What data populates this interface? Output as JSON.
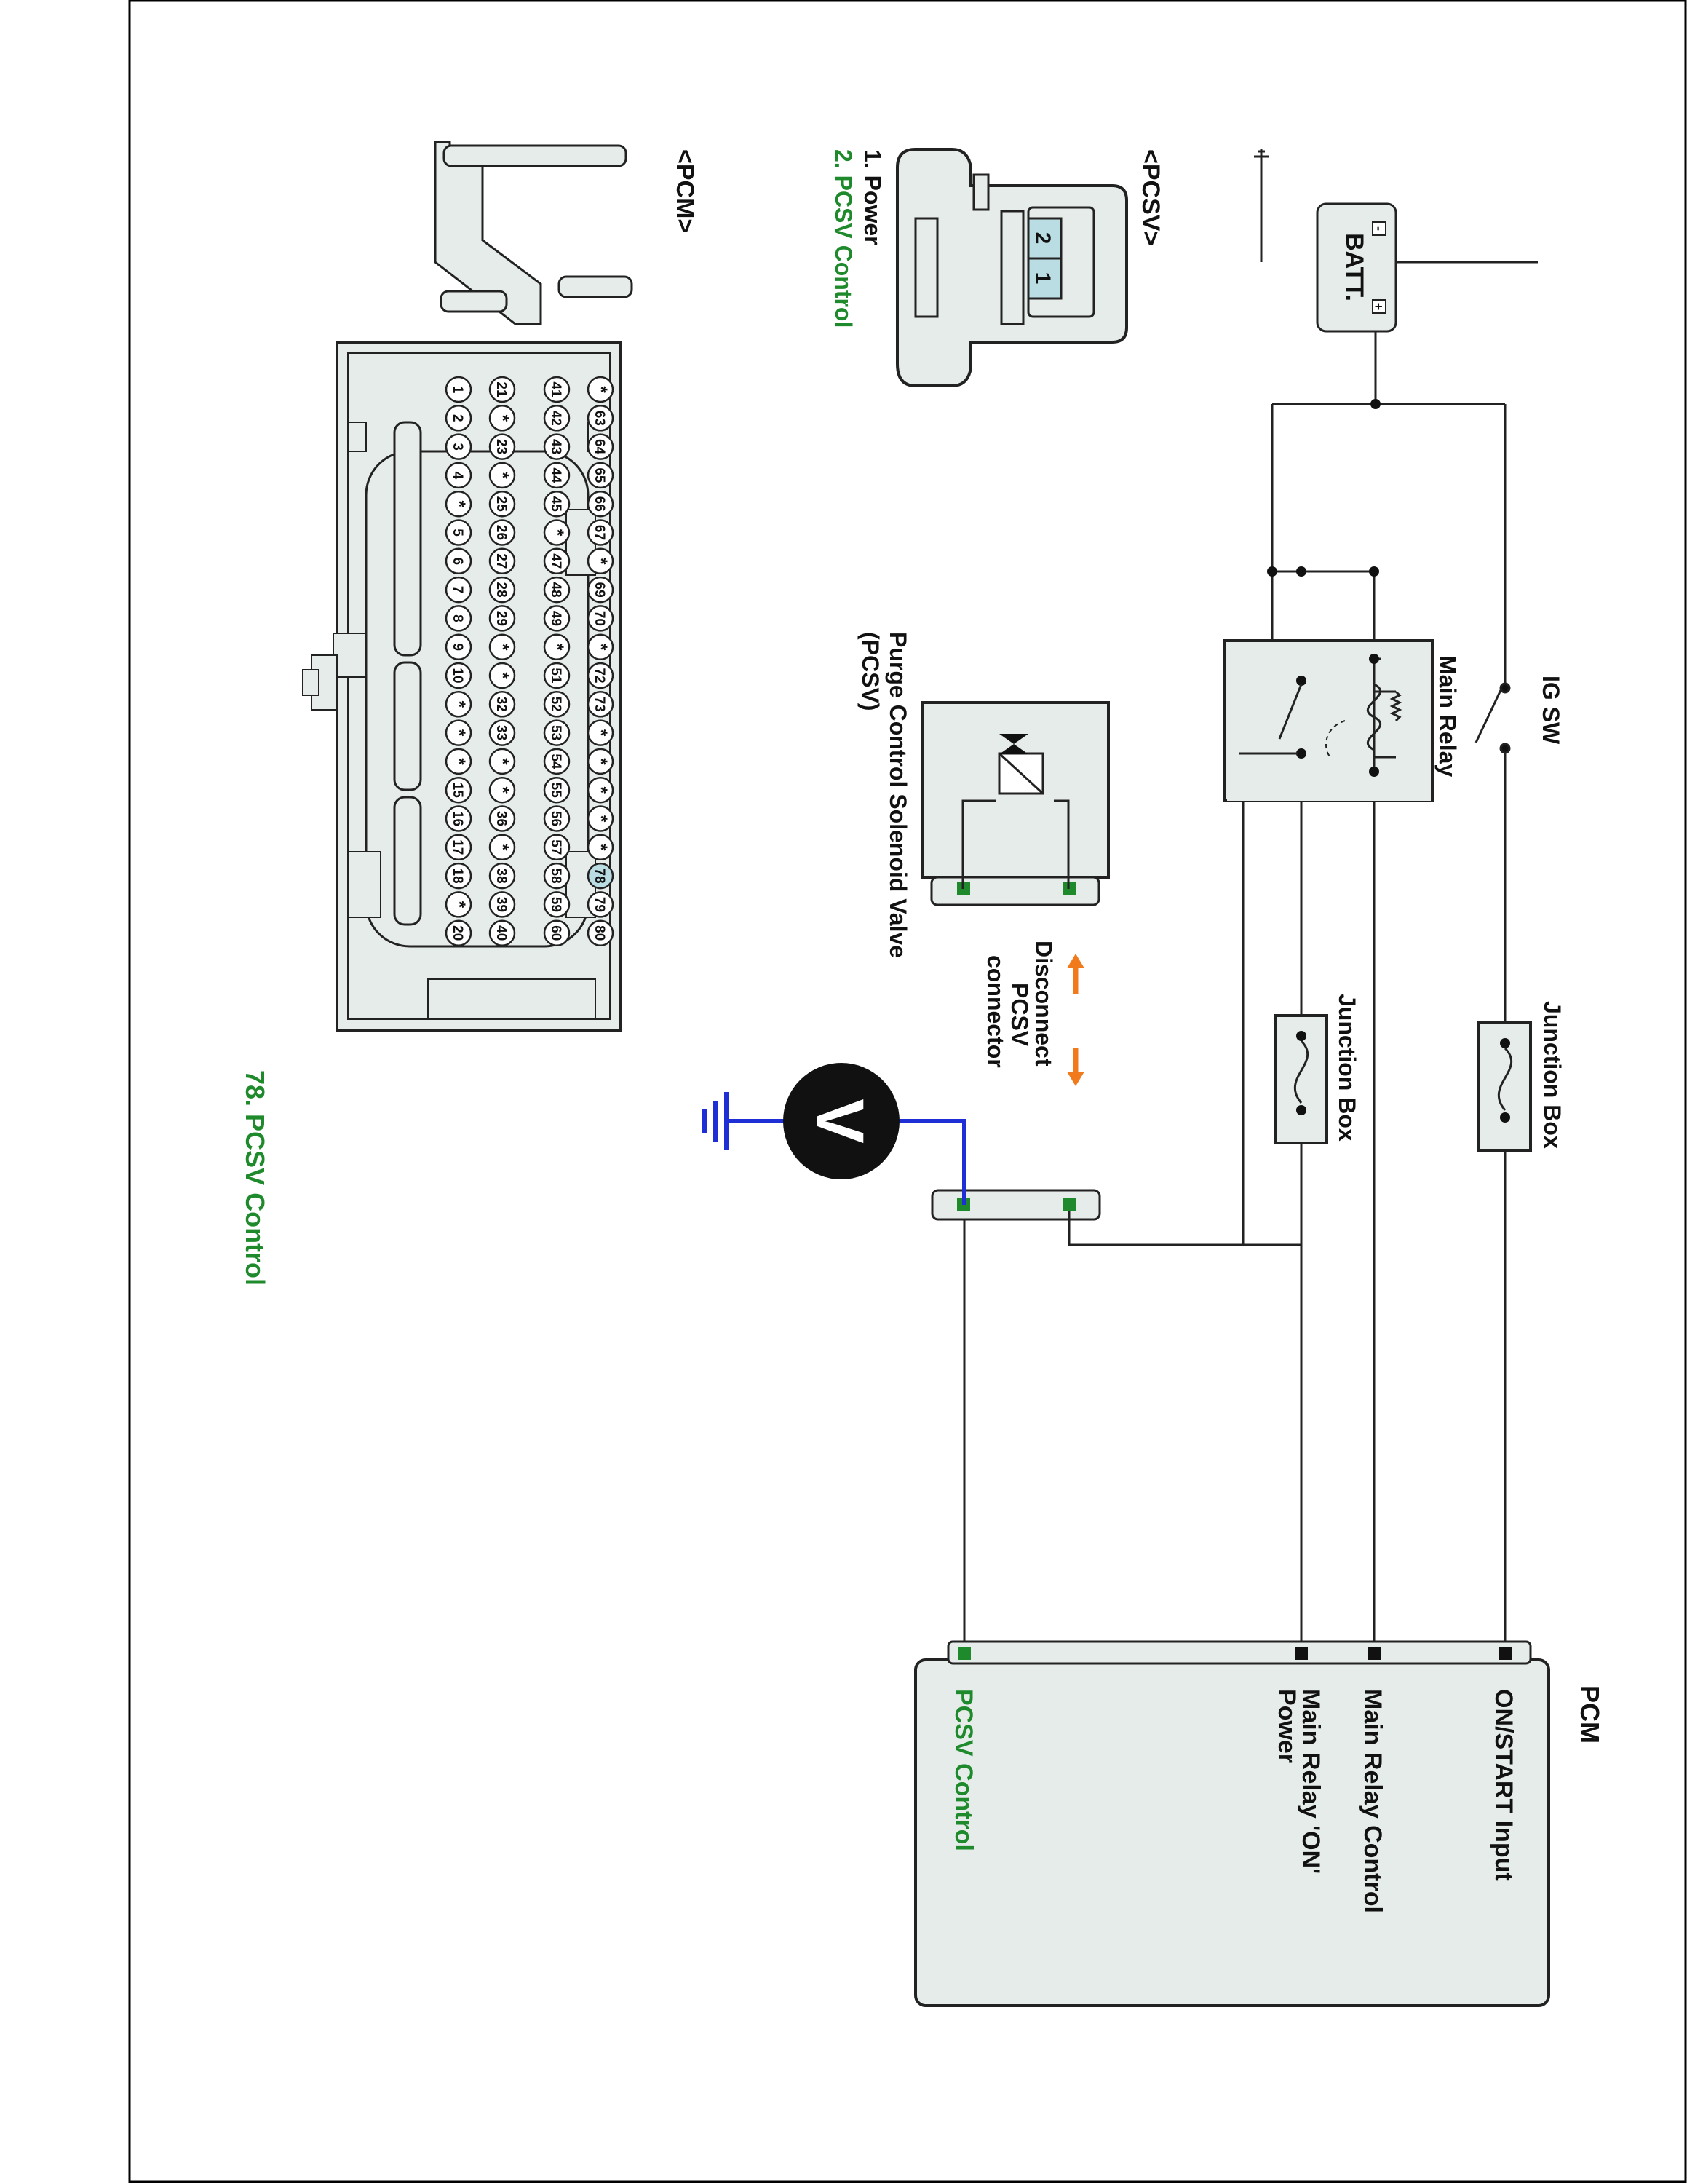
{
  "power": {
    "battery": "BATT.",
    "battery_minus": "-",
    "battery_plus": "+",
    "ig_switch": "IG SW",
    "main_relay": "Main Relay",
    "junction_box_1": "Junction Box",
    "junction_box_2": "Junction Box"
  },
  "pcsv": {
    "name_line1": "Purge Control Solenoid Valve",
    "name_line2": "(PCSV)",
    "disconnect_line1": "Disconnect",
    "disconnect_line2": "PCSV",
    "disconnect_line3": "connector"
  },
  "meter": {
    "symbol": "V"
  },
  "pcm": {
    "title": "PCM",
    "pins": [
      "ON/START Input",
      "Main Relay Control",
      "Main Relay 'ON'",
      "Power",
      "PCSV Control"
    ]
  },
  "pcsv_connector": {
    "title": "<PCSV>",
    "pins": [
      "1. Power",
      "2. PCSV Control"
    ],
    "cavity_1": "1",
    "cavity_2": "2"
  },
  "pcm_connector": {
    "title": "<PCM>",
    "callout": "78. PCSV Control",
    "rows": [
      [
        "1",
        "2",
        "3",
        "4",
        "*",
        "5",
        "6",
        "7",
        "8",
        "9",
        "10",
        "*",
        "*",
        "*",
        "15",
        "16",
        "17",
        "18",
        "*",
        "20"
      ],
      [
        "21",
        "*",
        "23",
        "*",
        "25",
        "26",
        "27",
        "28",
        "29",
        "*",
        "*",
        "32",
        "33",
        "*",
        "*",
        "36",
        "*",
        "38",
        "39",
        "40"
      ],
      [
        "41",
        "42",
        "43",
        "44",
        "45",
        "*",
        "47",
        "48",
        "49",
        "*",
        "51",
        "52",
        "53",
        "54",
        "55",
        "56",
        "57",
        "58",
        "59",
        "60"
      ],
      [
        "*",
        "63",
        "64",
        "65",
        "66",
        "67",
        "*",
        "69",
        "70",
        "*",
        "72",
        "73",
        "*",
        "*",
        "*",
        "*",
        "*",
        "78",
        "79",
        "80"
      ]
    ],
    "highlighted_pin": "78"
  },
  "colors": {
    "signal_green": "#1f8a2c",
    "meter_lead_blue": "#1f2fd6",
    "arrow_orange": "#f07a1c",
    "box_fill": "#e5ecea",
    "cavity_fill": "#b9dde2"
  }
}
